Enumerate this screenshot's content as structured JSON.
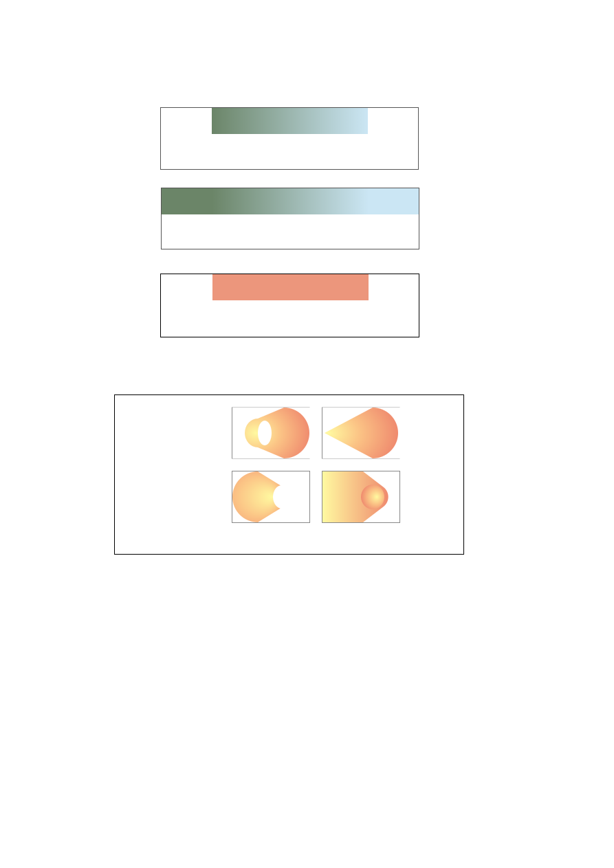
{
  "gradient": {
    "start": "#6b8568",
    "end": "#cbe6f4",
    "pad_color": "#ec967c"
  },
  "panels": [
    {
      "id": "gradient-pad-none",
      "spread": "none"
    },
    {
      "id": "gradient-pad-extend",
      "spread": "extend"
    },
    {
      "id": "gradient-pad-color",
      "spread": "pad-color"
    }
  ],
  "radial": {
    "center_color": "#fff9a0",
    "mid_color": "#fbc385",
    "edge_color": "#ef8a6e",
    "thumbnails": [
      "radial-pad-left-hole",
      "radial-pad-left-cone",
      "radial-pad-right-hole",
      "radial-pad-right-filled"
    ]
  }
}
